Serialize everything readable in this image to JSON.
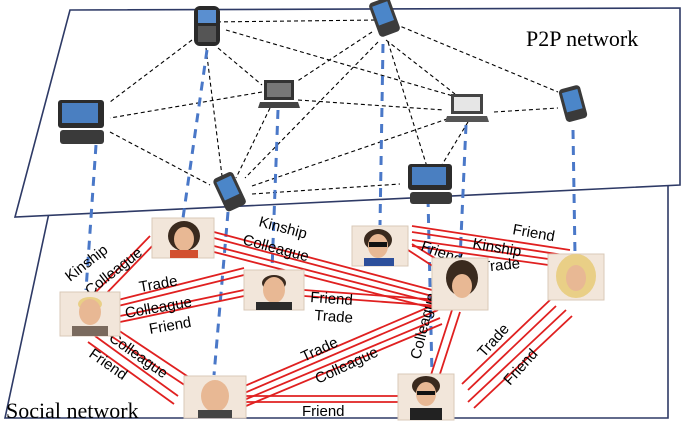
{
  "titles": {
    "p2p": "P2P network",
    "social": "Social network"
  },
  "relation_labels": {
    "kinship_left": "Kinship",
    "colleague_left": "Colleague",
    "trade_upper": "Trade",
    "colleague_mid": "Colleague",
    "friend_mid": "Friend",
    "colleague_lower_left": "Colleague",
    "friend_lower_left": "Friend",
    "kinship_top": "Kinship",
    "colleague_top": "Colleague",
    "friend_center": "Friend",
    "trade_center": "Trade",
    "trade_diag": "Trade",
    "colleague_diag": "Colleague",
    "friend_bottom": "Friend",
    "friend_right_a": "Friend",
    "kinship_right": "Kinship",
    "trade_right": "Trade",
    "friend_right_b": "Friend",
    "colleague_vertical": "Colleague",
    "trade_lower_right": "Trade",
    "friend_lower_right": "Friend"
  },
  "devices": [
    {
      "name": "smartphone-blackberry",
      "kind": "phone"
    },
    {
      "name": "pda-top-center",
      "kind": "pda"
    },
    {
      "name": "laptop-center",
      "kind": "laptop"
    },
    {
      "name": "laptop-right",
      "kind": "laptop"
    },
    {
      "name": "pda-far-right",
      "kind": "pda"
    },
    {
      "name": "computer-left",
      "kind": "computer"
    },
    {
      "name": "pda-lower-center",
      "kind": "pda"
    },
    {
      "name": "computer-lower-right",
      "kind": "computer"
    }
  ],
  "people": [
    {
      "name": "woman-top-left"
    },
    {
      "name": "man-sunglasses"
    },
    {
      "name": "woman-right-blonde"
    },
    {
      "name": "man-center"
    },
    {
      "name": "man-left-blond"
    },
    {
      "name": "woman-right-middle"
    },
    {
      "name": "man-bald"
    },
    {
      "name": "man-glasses-bottom"
    }
  ]
}
